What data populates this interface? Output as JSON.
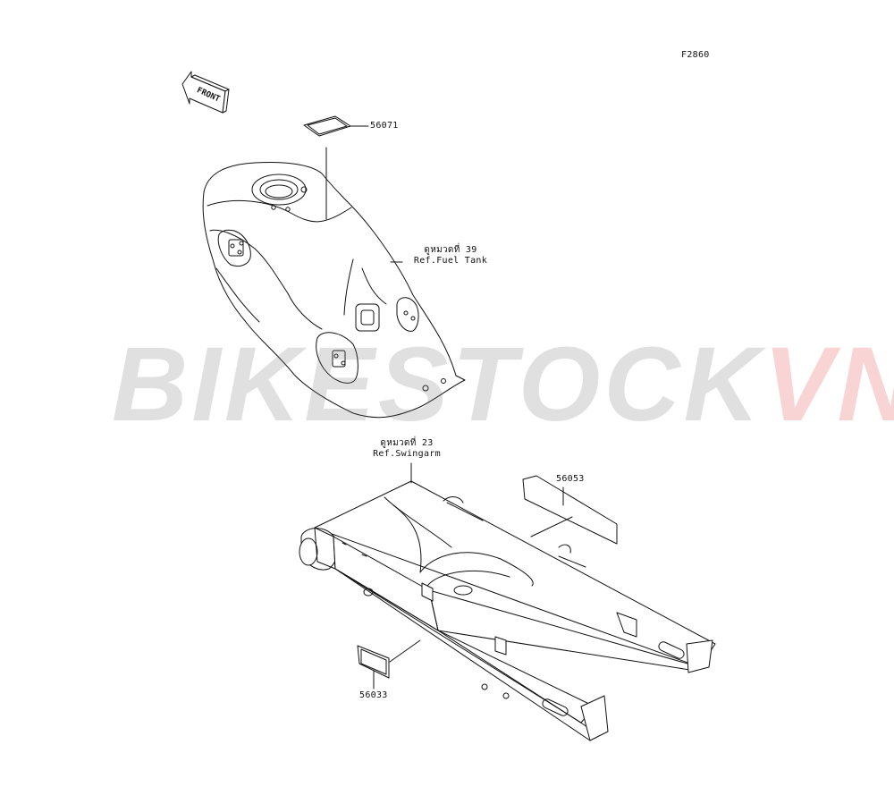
{
  "figure_code": "F2860",
  "direction_label": "FRONT",
  "parts": {
    "tank_label": "56071",
    "swingarm_label_right": "56053",
    "swingarm_label_lower": "56033"
  },
  "references": {
    "fuel_tank": {
      "thai": "ดูหมวดที่ 39",
      "english": "Ref.Fuel Tank"
    },
    "swingarm": {
      "thai": "ดูหมวดที่ 23",
      "english": "Ref.Swingarm"
    }
  },
  "watermark": {
    "part1": "BIKESTOCK",
    "part2": "VN",
    "color_part1": "#777777",
    "color_part2": "#e04040"
  }
}
